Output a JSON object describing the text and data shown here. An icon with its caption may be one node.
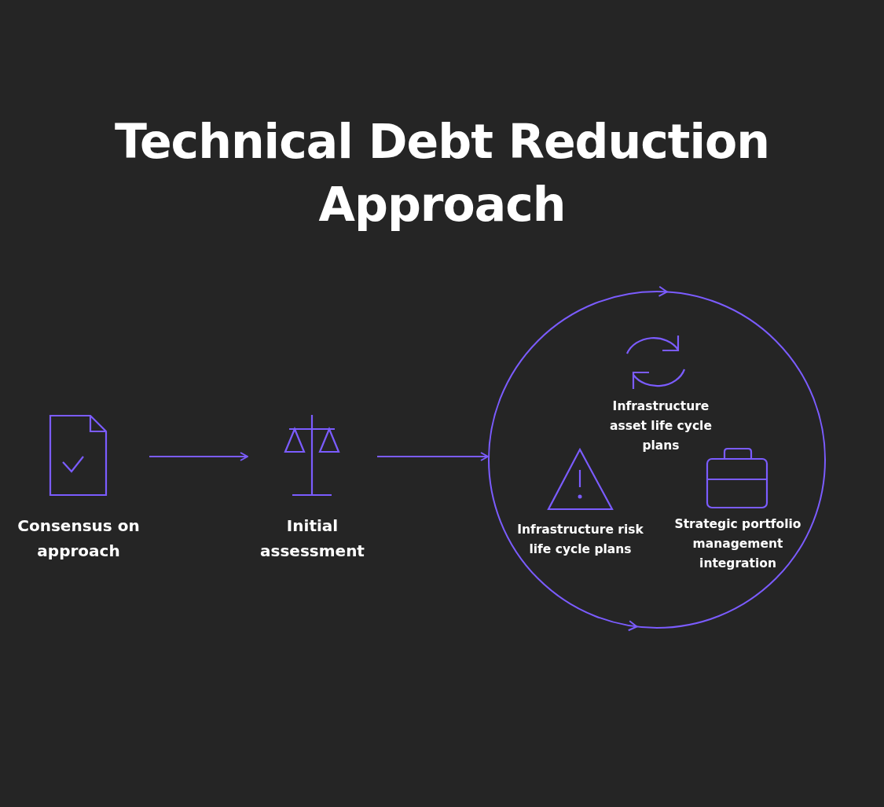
{
  "diagram": {
    "title": "Technical Debt Reduction Approach",
    "nodes": [
      {
        "text": [
          "Consensus on approach"
        ]
      },
      {
        "text": [
          "Initial assessment"
        ]
      },
      {
        "text": [],
        "shape": "circle"
      },
      {
        "text": [
          "Infrastructure asset life cycle plans"
        ],
        "in": 2
      },
      {
        "text": [
          "Infrastructure risk life cycle plans"
        ],
        "in": 2
      },
      {
        "text": [
          "Strategic portfolio management integration"
        ],
        "in": 2
      }
    ],
    "edges": [
      {
        "from": 0,
        "to": 1,
        "arrow": "to"
      },
      {
        "from": 1,
        "to": 2,
        "arrow": "to"
      }
    ]
  }
}
